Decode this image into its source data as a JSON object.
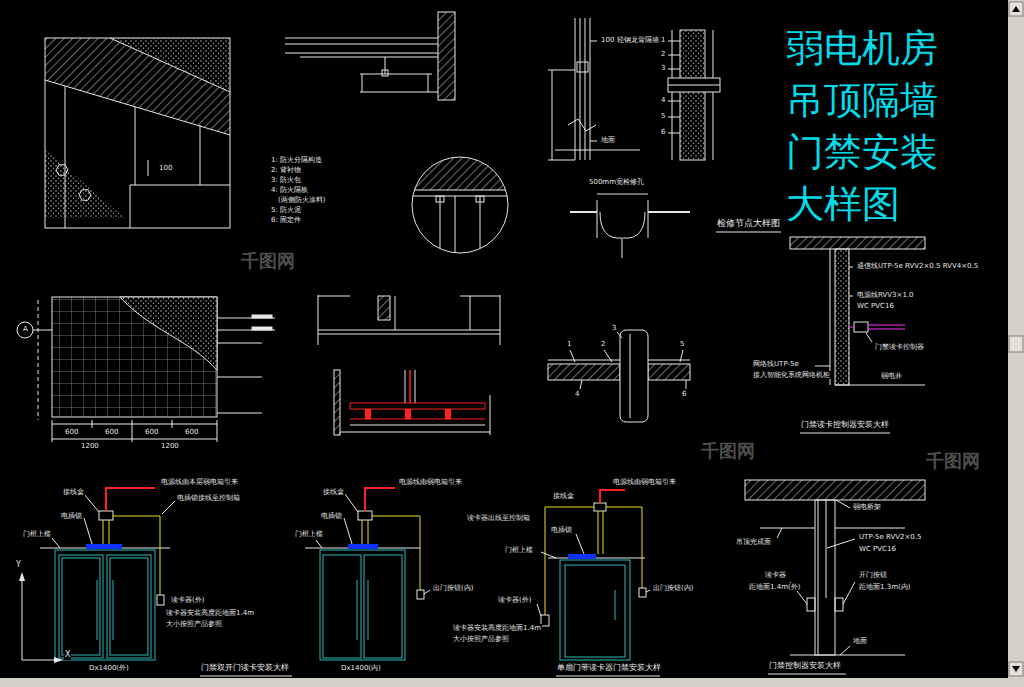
{
  "diagram": {
    "title": "弱电机房 吊顶隔墙 门禁安装 大样图",
    "labels": [
      "100",
      "1: 防火分隔构造",
      "2: 背衬物",
      "3: 防火包",
      "4: 防火隔板",
      "(两侧防火涂料)",
      "5: 防火泥",
      "6: 固定件",
      "100 轻钢龙骨隔墙",
      "地面",
      "1",
      "2",
      "3",
      "4",
      "5",
      "6",
      "500mm宽检修孔",
      "检修节点大样图",
      "通信线UTP-5e RVV2×0.5 RVV4×0.5",
      "电源线RVV3×1.0",
      "WC PVC16",
      "门禁读卡控制器",
      "网络线UTP-5e",
      "接入智能化系统网络机柜",
      "弱电井",
      "门禁读卡控制器安装大样",
      "A",
      "600",
      "600",
      "600",
      "600",
      "1200",
      "1200",
      "1",
      "2",
      "3",
      "5",
      "4",
      "6",
      "电源线由本层弱电箱引来",
      "接线盒",
      "电插锁接线至控制箱",
      "电插锁",
      "门框上槛",
      "读卡器(外)",
      "读卡器安装高度距地面1.4m",
      "大小按照产品参照",
      "Y",
      "X",
      "Dx1400(外)",
      "门禁双开门读卡安装大样",
      "电源线由弱电箱引来",
      "接线盒",
      "电插锁",
      "门框上槛",
      "出门按钮(内)",
      "Dx1400(内)",
      "电源线由弱电箱引来",
      "接线盒",
      "读卡器出线至控制箱",
      "电插锁",
      "门框上槛",
      "读卡器(外)",
      "读卡器安装高度距地面1.4m",
      "大小按照产品参照",
      "出门按钮(内)",
      "单扇门带读卡器门禁安装大样",
      "弱电桥架",
      "吊顶完成面",
      "UTP-5e RVV2×0.5",
      "WC PVC16",
      "读卡器",
      "距地面1.4m(外)",
      "开门按钮",
      "距地面1.3m(内)",
      "地面",
      "门禁控制器安装大样",
      "千图网",
      "千图网",
      "千图网"
    ]
  }
}
